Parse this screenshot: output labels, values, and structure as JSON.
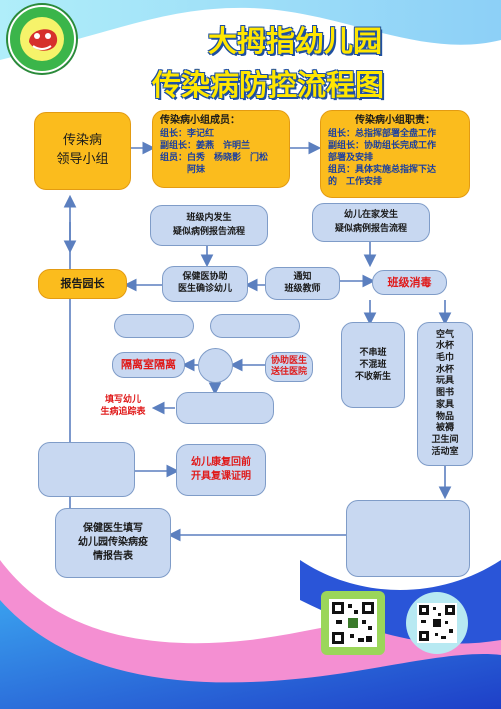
{
  "header": {
    "title_line1": "大拇指幼儿园",
    "title_line2": "传染病防控流程图"
  },
  "colors": {
    "box_fill": "#c8d8f1",
    "box_border": "#7f9cc8",
    "leader_fill": "#fbbc1d",
    "arrow": "#5b7fbf",
    "alert_text": "#e01a1a",
    "title_text": "#ffe600"
  },
  "nodes": {
    "leader_group": [
      "传染病",
      "领导小组"
    ],
    "members_title": "传染病小组成员：",
    "members_lines": [
      "组长：李记红",
      "副组长：姜燕　许明兰",
      "组员：白秀　杨晓影　门松",
      "　　　阿妹"
    ],
    "duties_title": "传染病小组职责：",
    "duties_lines": [
      "组长：总指挥部署全盘工作",
      "副组长：协助组长完成工作",
      "部署及安排",
      "组员：具体实施总指挥下达",
      "的　工作安排"
    ],
    "class_suspect": [
      "班级内发生",
      "疑似病例报告流程"
    ],
    "home_suspect": [
      "幼儿在家发生",
      "疑似病例报告流程"
    ],
    "report_principal": "报告园长",
    "doctor_confirm": [
      "保健医协助",
      "医生确诊幼儿"
    ],
    "notify_teacher": [
      "通知",
      "班级教师"
    ],
    "class_disinfect": "班级消毒",
    "isolation_room": "隔离室隔离",
    "assist_hospital": [
      "协助医生",
      "送往医院"
    ],
    "tracking_form": [
      "填写幼儿",
      "生病追踪表"
    ],
    "recovery_cert": [
      "幼儿康复回前",
      "开具复课证明"
    ],
    "no_mix": [
      "不串班",
      "不混班",
      "不收新生"
    ],
    "disinfect_items": [
      "空气",
      "水杯",
      "毛巾",
      "水杯",
      "玩具",
      "图书",
      "家具",
      "物品",
      "被褥",
      "卫生间",
      "活动室"
    ],
    "final_report": [
      "保健医生填写",
      "幼儿园传染病疫",
      "情报告表"
    ]
  },
  "icons": {
    "logo": "kindergarten-logo-icon",
    "qr_left": "qr-code-icon",
    "qr_right": "qr-code-icon"
  }
}
